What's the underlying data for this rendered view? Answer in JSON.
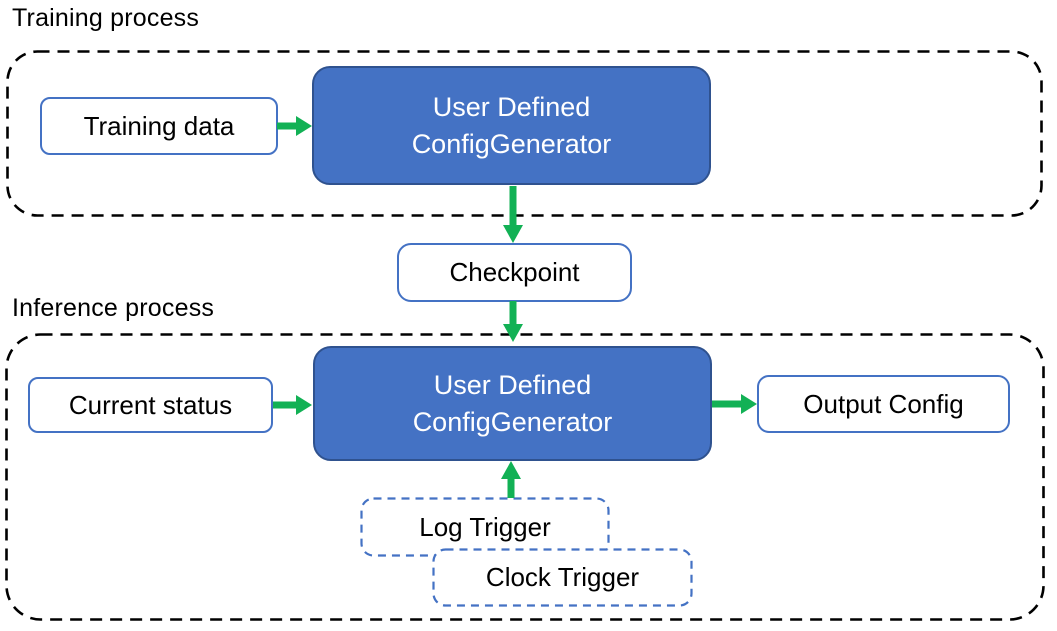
{
  "colors": {
    "node_blue": "#4472C4",
    "node_blue_border": "#2F528F",
    "box_border_blue": "#4472C4",
    "trigger_border_blue": "#4472C4",
    "arrow_green": "#12B155",
    "region_border": "#000000",
    "text_dark": "#000000",
    "text_on_blue": "#FFFFFF"
  },
  "training": {
    "title": "Training process",
    "input_label": "Training data",
    "generator_line1": "User Defined",
    "generator_line2": "ConfigGenerator"
  },
  "checkpoint_label": "Checkpoint",
  "inference": {
    "title": "Inference process",
    "input_label": "Current status",
    "generator_line1": "User Defined",
    "generator_line2": "ConfigGenerator",
    "output_label": "Output Config",
    "log_trigger_label": "Log Trigger",
    "clock_trigger_label": "Clock Trigger"
  }
}
